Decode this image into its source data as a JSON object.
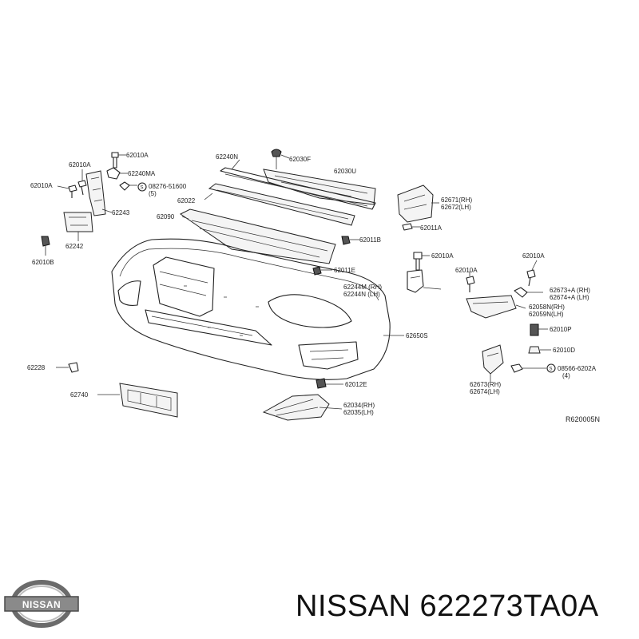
{
  "diagram": {
    "reference": "R620005N",
    "callouts": {
      "c62010A_tl": "62010A",
      "c62010A_l1": "62010A",
      "c62010A_l2": "62010A",
      "c62240MA": "62240MA",
      "c08276": "08276-51600",
      "c08276_qty": "(5)",
      "c62243": "62243",
      "c62242": "62242",
      "c62010B": "62010B",
      "c62240N": "62240N",
      "c62030F": "62030F",
      "c62030U": "62030U",
      "c62022": "62022",
      "c62090": "62090",
      "c62671": "62671(RH)",
      "c62672": "62672(LH)",
      "c62011A": "62011A",
      "c62011B": "62011B",
      "c62011E": "62011E",
      "c62010A_m": "62010A",
      "c62010A_r1": "62010A",
      "c62010A_r2": "62010A",
      "c62244M": "62244M (RH)",
      "c62244N": "62244N (LH)",
      "c62673A": "62673+A (RH)",
      "c62674A": "62674+A (LH)",
      "c62058N": "62058N(RH)",
      "c62059N": "62059N(LH)",
      "c62650S": "62650S",
      "c62010P": "62010P",
      "c62010D": "62010D",
      "c62228": "62228",
      "c62012E": "62012E",
      "c08566": "08566-6202A",
      "c08566_qty": "(4)",
      "c62673RH": "62673(RH)",
      "c62674LH": "62674(LH)",
      "c62740": "62740",
      "c62034": "62034(RH)",
      "c62035": "62035(LH)"
    }
  },
  "footer": {
    "brand_logo_text": "NISSAN",
    "title": "NISSAN 622273TA0A"
  }
}
